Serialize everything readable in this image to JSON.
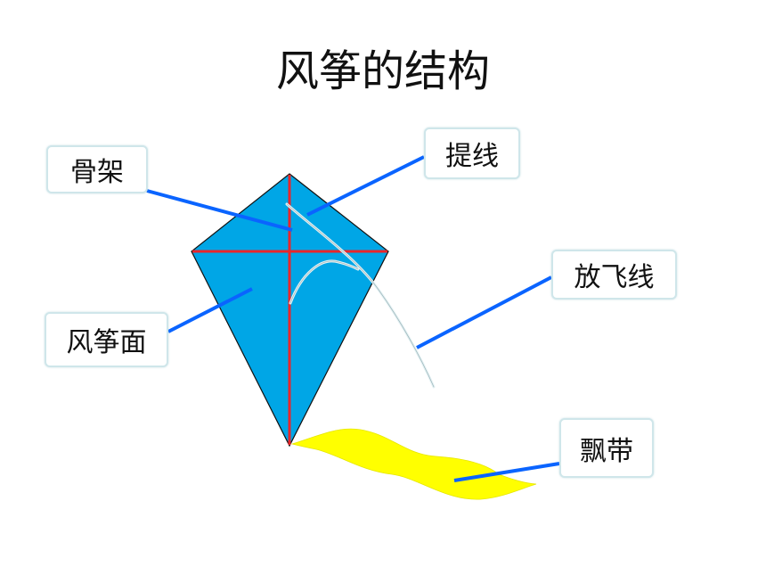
{
  "title": "风筝的结构",
  "labels": {
    "frame": "骨架",
    "bridle": "提线",
    "flying_line": "放飞线",
    "surface": "风筝面",
    "tail": "飘带"
  },
  "colors": {
    "kite_fill": "#00a6e6",
    "kite_outline": "#111111",
    "frame_spars": "#e8262b",
    "string": "#d9ecf0",
    "tail_fill": "#ffff00",
    "leader_lines": "#0a64ff",
    "label_border": "#cfe6ea"
  }
}
